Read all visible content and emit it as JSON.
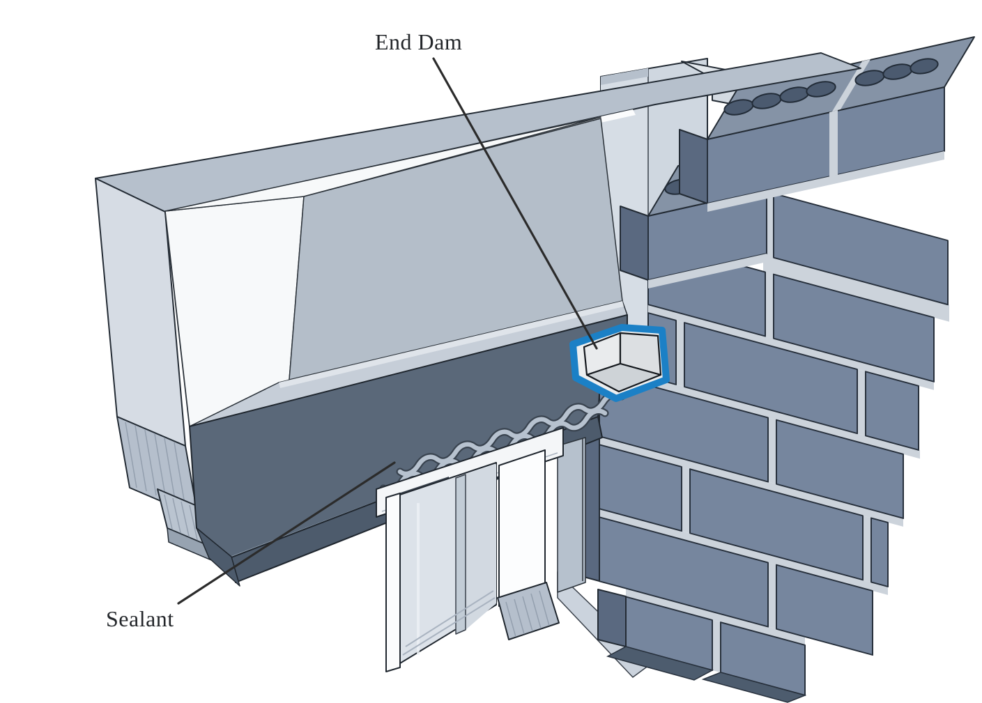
{
  "figure": {
    "type": "isometric-construction-detail",
    "subject": "Through-wall flashing detail at masonry veneer lintel showing end dam and sealant beads",
    "parts": [
      "concrete backup lintel",
      "steel angle",
      "through-wall flashing with drip edge",
      "sealant beads",
      "end dam",
      "brick veneer with cored bricks",
      "window head and glazing",
      "coping slab"
    ]
  },
  "labels": {
    "end_dam": "End Dam",
    "sealant": "Sealant"
  },
  "annotations": [
    {
      "label": "End Dam",
      "target": "end-dam",
      "leader_from": [
        622,
        84
      ],
      "leader_to": [
        856,
        500
      ]
    },
    {
      "label": "Sealant",
      "target": "sealant-beads",
      "leader_from": [
        256,
        866
      ],
      "leader_to": [
        566,
        664
      ]
    }
  ],
  "colors": {
    "background": "#ffffff",
    "label_text": "#23262a",
    "leader_line": "#2b2b2b",
    "accent_blue": "#1b80c6",
    "flashing": "#5a6879",
    "flashing_drip": "#4d5b6c",
    "brick_face": "#76869e",
    "brick_side": "#5a6980",
    "brick_top": "#8593a6",
    "mortar": "#ccd3db",
    "concrete_face": "#d6dce4",
    "concrete_top": "#b6c0cc",
    "panel_gray": "#b4bec9",
    "white_face": "#f7f9fa",
    "glass": "#dce2e9",
    "sealant_bead": "#b7c2cf",
    "sealant_outline": "#39434f"
  }
}
